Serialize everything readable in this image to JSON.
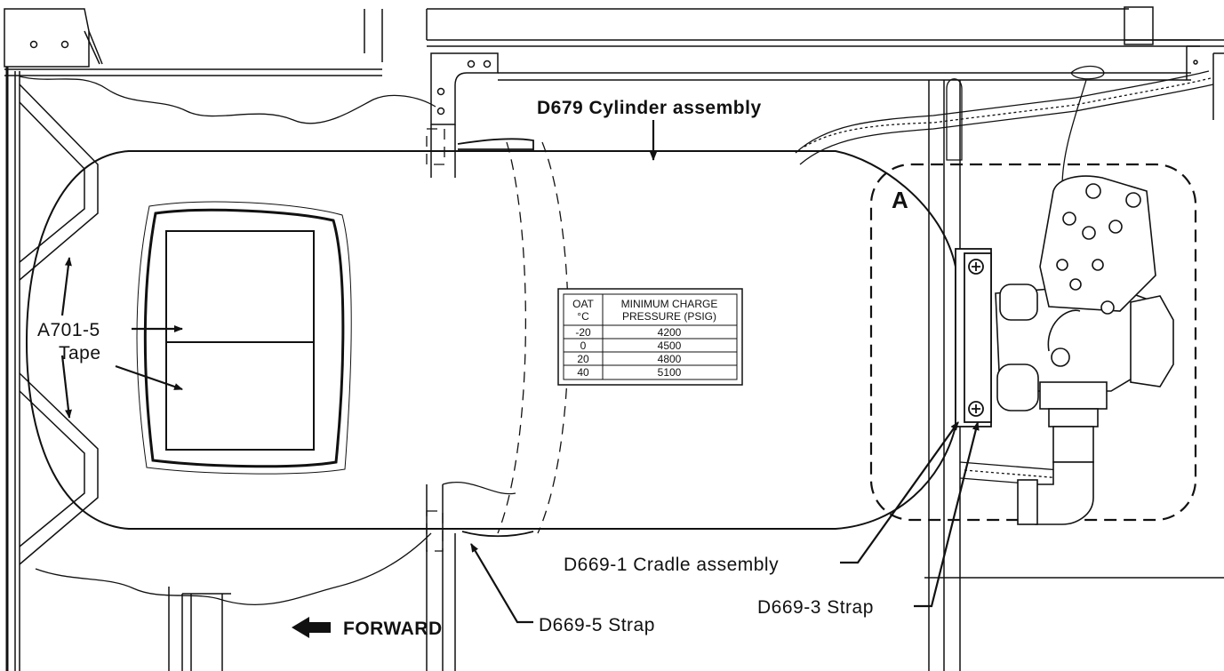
{
  "labels": {
    "cylinder": "D679 Cylinder assembly",
    "tape_part": "A701-5",
    "tape_word": "Tape",
    "detail": "A",
    "cradle": "D669-1 Cradle assembly",
    "strap3": "D669-3 Strap",
    "strap5": "D669-5 Strap",
    "forward": "FORWARD"
  },
  "charge_table": {
    "col1_header_line1": "OAT",
    "col1_header_line2": "°C",
    "col2_header_line1": "MINIMUM CHARGE",
    "col2_header_line2": "PRESSURE (PSIG)",
    "rows": [
      {
        "oat": "-20",
        "psig": "4200"
      },
      {
        "oat": "0",
        "psig": "4500"
      },
      {
        "oat": "20",
        "psig": "4800"
      },
      {
        "oat": "40",
        "psig": "5100"
      }
    ]
  }
}
